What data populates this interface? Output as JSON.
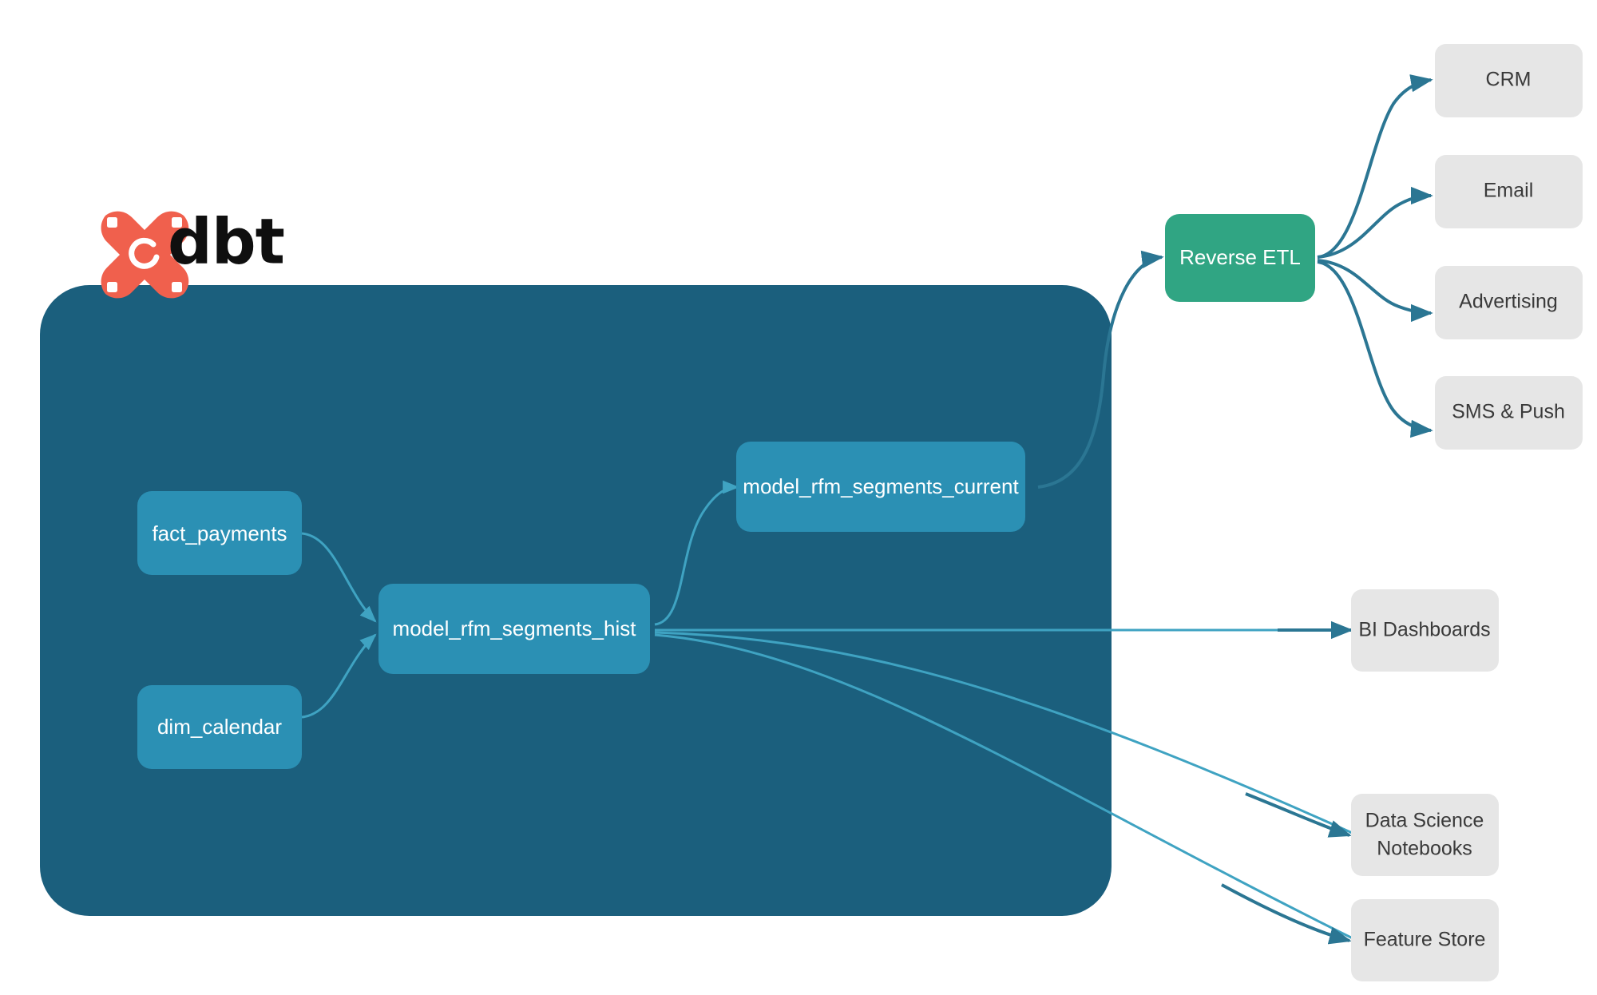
{
  "brand": {
    "wordmark": "dbt",
    "logo_icon": "dbt-x-logo-icon",
    "logo_color": "#F0604D"
  },
  "colors": {
    "canvas": "#FFFFFF",
    "project_container": "#1B5F7D",
    "model_node": "#2B90B4",
    "model_node_text": "#FFFFFF",
    "internal_edge": "#3FA3C2",
    "external_edge": "#2B7693",
    "reverse_etl": "#30A583",
    "reverse_etl_text": "#FFFFFF",
    "consumer_box": "#E6E6E6",
    "consumer_text": "#3A3A3A"
  },
  "project": {
    "container_name": "dbt-project-container",
    "models": [
      {
        "id": "fact_payments",
        "label": "fact_payments"
      },
      {
        "id": "dim_calendar",
        "label": "dim_calendar"
      },
      {
        "id": "model_rfm_segments_hist",
        "label": "model_rfm_segments_hist"
      },
      {
        "id": "model_rfm_segments_current",
        "label": "model_rfm_segments_current"
      }
    ]
  },
  "activation": {
    "reverse_etl": {
      "id": "reverse_etl",
      "label": "Reverse ETL"
    },
    "destinations": [
      {
        "id": "crm",
        "label": "CRM"
      },
      {
        "id": "email",
        "label": "Email"
      },
      {
        "id": "advertising",
        "label": "Advertising"
      },
      {
        "id": "sms_push",
        "label": "SMS & Push"
      }
    ]
  },
  "analytics_consumers": [
    {
      "id": "bi_dashboards",
      "label": "BI Dashboards",
      "lines": [
        "BI Dashboards"
      ]
    },
    {
      "id": "data_science_notebooks",
      "label": "Data Science Notebooks",
      "lines": [
        "Data Science",
        "Notebooks"
      ]
    },
    {
      "id": "feature_store",
      "label": "Feature Store",
      "lines": [
        "Feature Store"
      ]
    }
  ],
  "edges": [
    {
      "from": "fact_payments",
      "to": "model_rfm_segments_hist"
    },
    {
      "from": "dim_calendar",
      "to": "model_rfm_segments_hist"
    },
    {
      "from": "model_rfm_segments_hist",
      "to": "model_rfm_segments_current"
    },
    {
      "from": "model_rfm_segments_current",
      "to": "reverse_etl"
    },
    {
      "from": "model_rfm_segments_hist",
      "to": "bi_dashboards"
    },
    {
      "from": "model_rfm_segments_hist",
      "to": "data_science_notebooks"
    },
    {
      "from": "model_rfm_segments_hist",
      "to": "feature_store"
    },
    {
      "from": "reverse_etl",
      "to": "crm"
    },
    {
      "from": "reverse_etl",
      "to": "email"
    },
    {
      "from": "reverse_etl",
      "to": "advertising"
    },
    {
      "from": "reverse_etl",
      "to": "sms_push"
    }
  ]
}
